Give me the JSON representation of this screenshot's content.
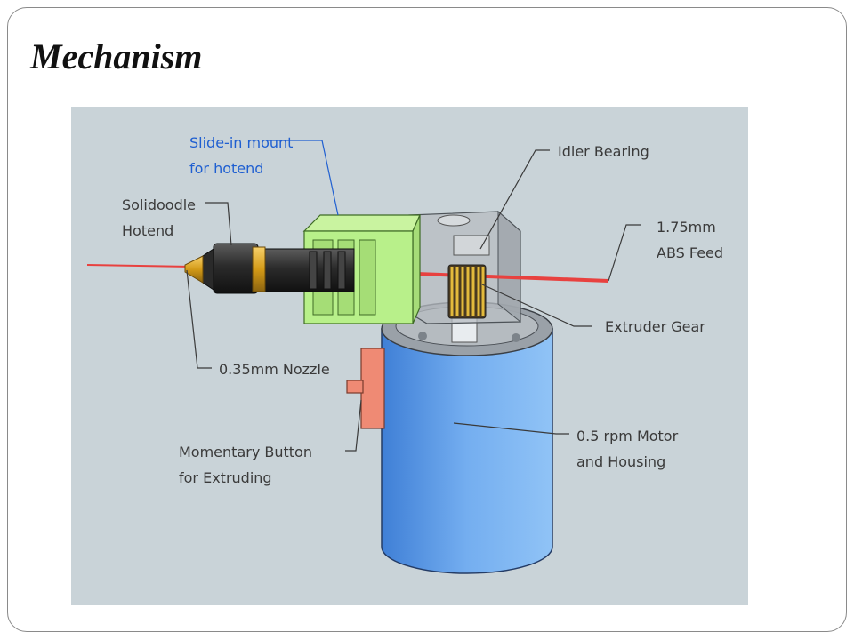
{
  "slide": {
    "title": "Mechanism"
  },
  "diagram": {
    "background_color": "#c9d3d8",
    "labels": {
      "slide_in_mount": [
        "Slide-in mount",
        "for hotend"
      ],
      "solidoodle_hotend": [
        "Solidoodle",
        "Hotend"
      ],
      "idler_bearing": [
        "Idler Bearing"
      ],
      "abs_feed": [
        "1.75mm",
        "ABS Feed"
      ],
      "extruder_gear": [
        "Extruder Gear"
      ],
      "nozzle": [
        "0.35mm Nozzle"
      ],
      "motor": [
        "0.5 rpm Motor",
        "and Housing"
      ],
      "button": [
        "Momentary Button",
        "for Extruding"
      ]
    },
    "colors": {
      "filament": "#e8413f",
      "mount": "#b8f08a",
      "motor": "#7ab2ef",
      "button": "#ef8a74",
      "nozzle": "#f2b21c",
      "highlight_label": "#1f5fd1"
    }
  }
}
